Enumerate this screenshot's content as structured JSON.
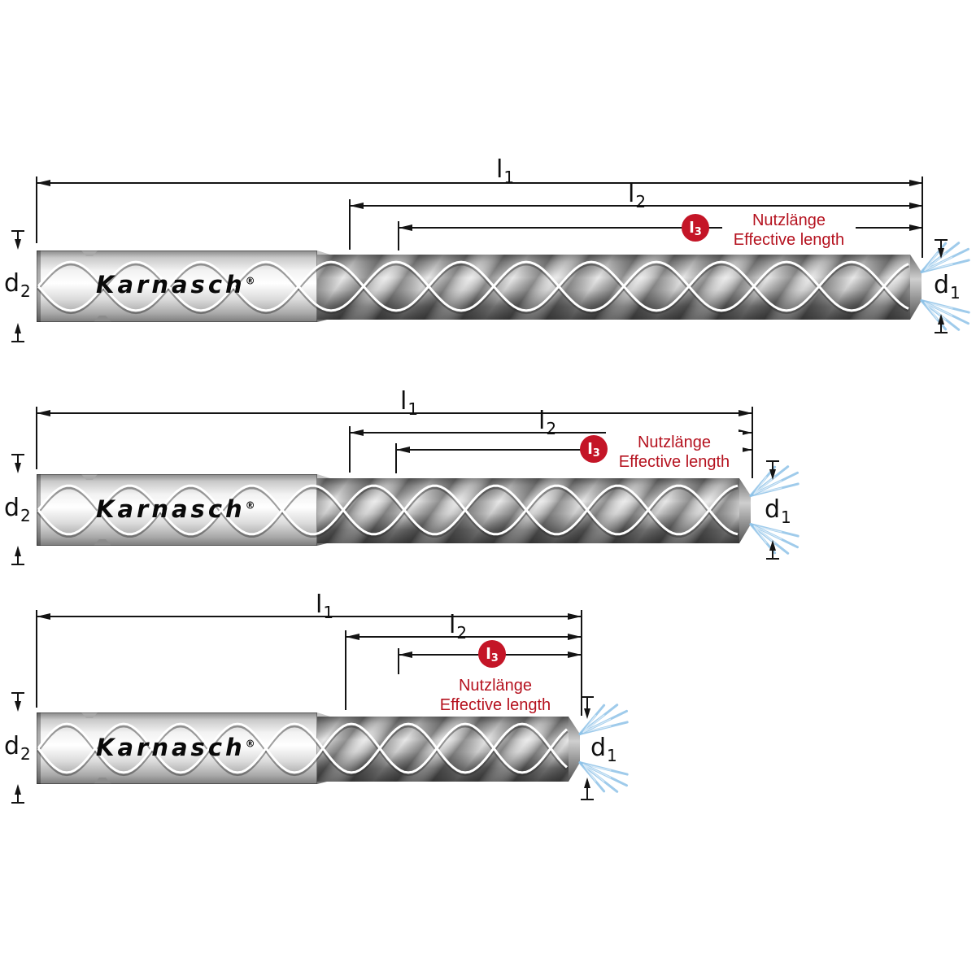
{
  "labels": {
    "l1": {
      "base": "l",
      "sub": "1"
    },
    "l2": {
      "base": "l",
      "sub": "2"
    },
    "l3": {
      "base": "l",
      "sub": "3"
    },
    "d1": {
      "base": "d",
      "sub": "1"
    },
    "d2": {
      "base": "d",
      "sub": "2"
    }
  },
  "badge": {
    "base": "l",
    "sub": "3"
  },
  "annotation": {
    "line1": "Nutzlänge",
    "line2": "Effective length"
  },
  "brand": {
    "name": "Karnasch",
    "reg": "®"
  },
  "colors": {
    "accent_red": "#c41527",
    "annotation_red": "#b5121f",
    "coolant_blue": "#8fc3e8",
    "line_black": "#141414"
  }
}
